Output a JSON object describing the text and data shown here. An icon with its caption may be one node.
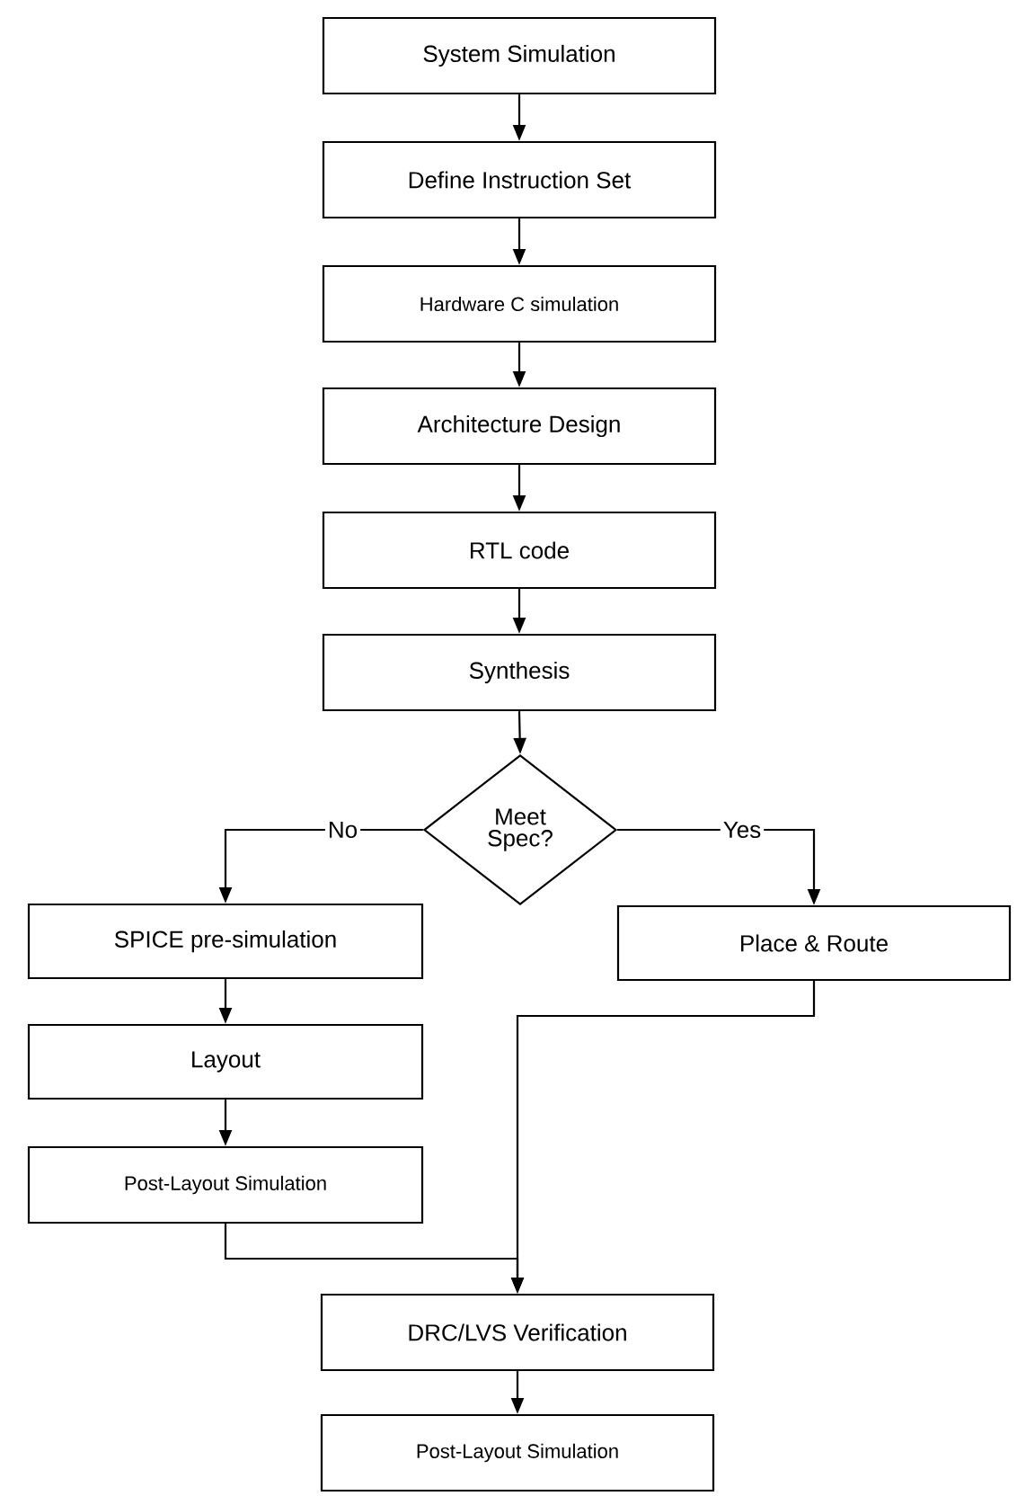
{
  "diagram": {
    "nodes": [
      {
        "text": [
          "System Simulation"
        ]
      },
      {
        "text": [
          "Define Instruction Set"
        ]
      },
      {
        "text": [
          "Hardware C simulation"
        ]
      },
      {
        "text": [
          "Architecture Design"
        ]
      },
      {
        "text": [
          "RTL code"
        ]
      },
      {
        "text": [
          "Synthesis"
        ]
      },
      {
        "text": [
          "Meet Spec?"
        ]
      },
      {
        "text": [
          "SPICE pre-simulation"
        ]
      },
      {
        "text": [
          "Place & Route"
        ]
      },
      {
        "text": [
          "Layout"
        ]
      },
      {
        "text": [
          "Post-Layout Simulation"
        ]
      },
      {
        "text": [
          "DRC/LVS Verification"
        ]
      },
      {
        "text": [
          "Post-Layout Simulation"
        ]
      }
    ],
    "edges": [
      {
        "from": 0,
        "to": 1,
        "arrow": "to"
      },
      {
        "from": 1,
        "to": 2,
        "arrow": "to"
      },
      {
        "from": 2,
        "to": 3,
        "arrow": "to"
      },
      {
        "from": 3,
        "to": 4,
        "arrow": "to"
      },
      {
        "from": 4,
        "to": 5,
        "arrow": "to"
      },
      {
        "from": 5,
        "to": 6,
        "arrow": "to"
      },
      {
        "from": 6,
        "to": 7,
        "arrow": "to",
        "label": "No"
      },
      {
        "from": 6,
        "to": 8,
        "arrow": "to",
        "label": "Yes"
      },
      {
        "from": 7,
        "to": 9,
        "arrow": "to"
      },
      {
        "from": 9,
        "to": 10,
        "arrow": "to"
      },
      {
        "from": 10,
        "to": 11,
        "arrow": "to"
      },
      {
        "from": 8,
        "to": 11,
        "arrow": "to"
      },
      {
        "from": 11,
        "to": 12,
        "arrow": "to"
      }
    ]
  }
}
